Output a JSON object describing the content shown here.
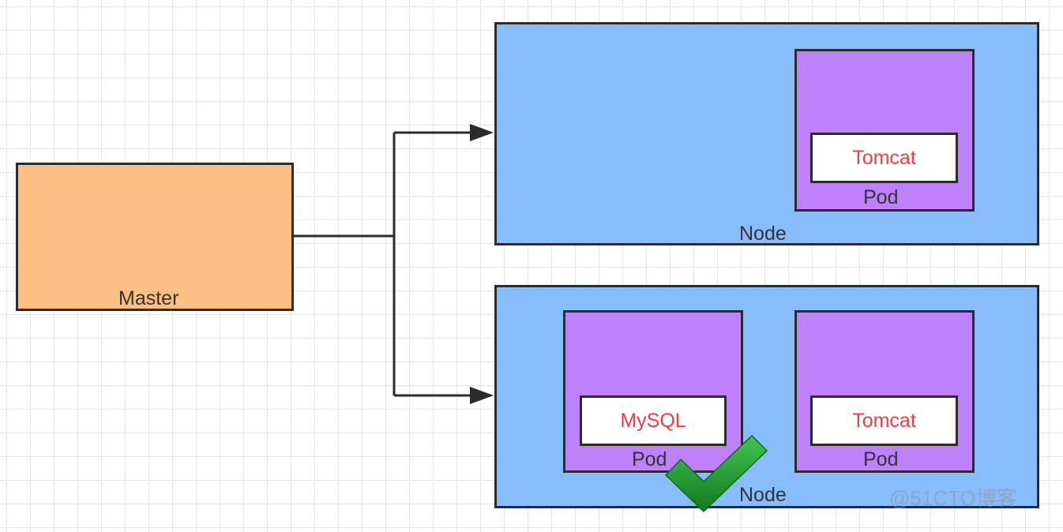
{
  "master": {
    "label": "Master"
  },
  "nodes": [
    {
      "label": "Node",
      "pods": [
        {
          "label": "Pod",
          "container": "Tomcat"
        }
      ]
    },
    {
      "label": "Node",
      "pods": [
        {
          "label": "Pod",
          "container": "MySQL"
        },
        {
          "label": "Pod",
          "container": "Tomcat"
        }
      ]
    }
  ],
  "watermark": "@51CTO博客",
  "colors": {
    "master_fill": "#ffbf82",
    "node_fill": "#87bdfd",
    "pod_fill": "#be80fb",
    "container_fill": "#ffffff",
    "container_text": "#f03c44",
    "checkmark": "#1f9a2c"
  },
  "icons": {
    "checkmark": "checkmark-icon"
  }
}
